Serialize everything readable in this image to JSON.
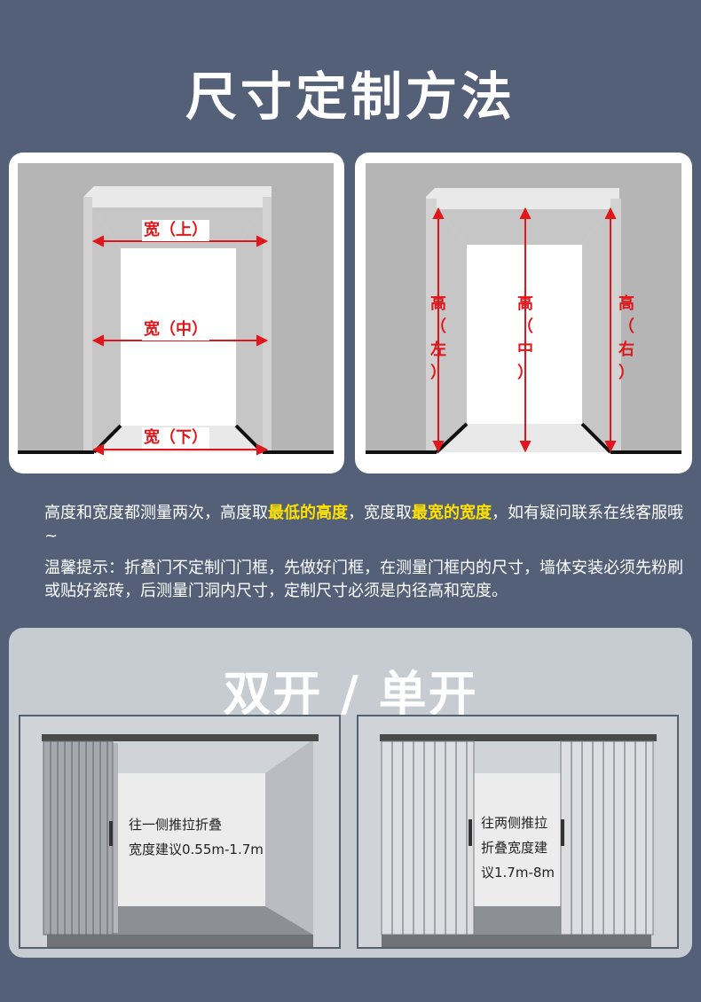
{
  "page": {
    "title": "尺寸定制方法",
    "background": "#546078",
    "accent_red": "#e0161b",
    "highlight_yellow": "#ffe100"
  },
  "width_card": {
    "top_label": "宽（上）",
    "middle_label": "宽（中）",
    "bottom_label": "宽（下）"
  },
  "height_card": {
    "left_label": {
      "char1": "高",
      "char2": "（",
      "char3": "左",
      "char4": "）"
    },
    "center_label": {
      "char1": "高",
      "char2": "（",
      "char3": "中",
      "char4": "）"
    },
    "right_label": {
      "char1": "高",
      "char2": "（",
      "char3": "右",
      "char4": "）"
    }
  },
  "notes": {
    "line1_part1": "高度和宽度都测量两次，高度取",
    "line1_highlight1": "最低的高度",
    "line1_part2": "，宽度取",
    "line1_highlight2": "最宽的宽度",
    "line1_part3": "，如有疑问联系在线客服哦 ~",
    "tip": "温馨提示：折叠门不定制门门框，先做好门框，在测量门框内的尺寸，墙体安装必须先粉刷或贴好瓷砖，后测量门洞内尺寸，定制尺寸必须是内径高和宽度。"
  },
  "open_types": {
    "title": "双开 / 单开",
    "single": {
      "line1": "往一侧推拉折叠",
      "line2": "宽度建议0.55m-1.7m"
    },
    "double": {
      "line1": "往两侧推拉",
      "line2": "折叠宽度建",
      "line3": "议1.7m-8m"
    }
  }
}
